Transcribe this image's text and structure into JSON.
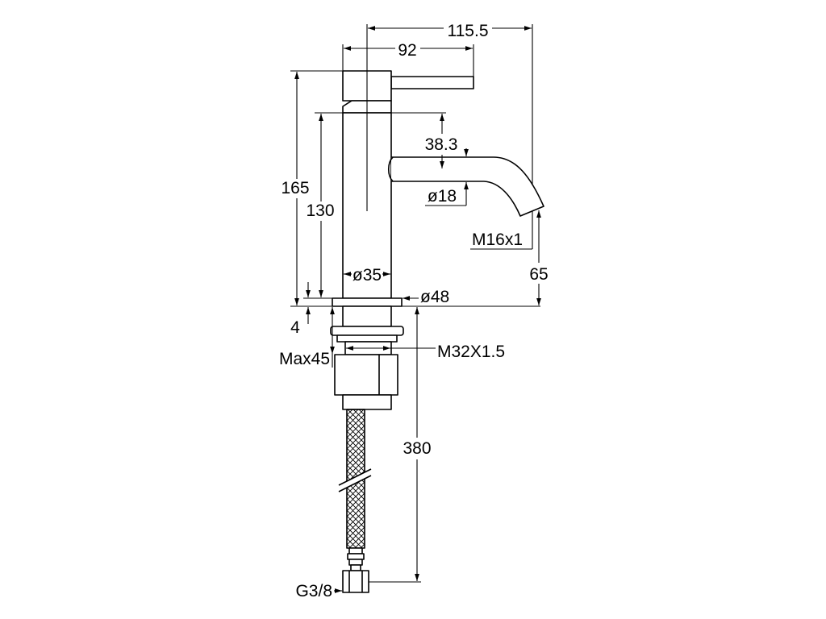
{
  "dimensions": {
    "overall_reach": "115.5",
    "handle_length": "92",
    "overall_height": "165",
    "body_height": "130",
    "spout_height": "38.3",
    "spout_diameter": "ø18",
    "aerator_thread": "M16x1",
    "outlet_height": "65",
    "body_diameter": "ø35",
    "flange_diameter": "ø48",
    "flange_thickness": "4",
    "shank_thread": "M32X1.5",
    "max_deck_thickness": "Max45",
    "hose_length": "380",
    "hose_connection": "G3/8"
  },
  "colors": {
    "line": "#000000",
    "background": "#ffffff"
  }
}
